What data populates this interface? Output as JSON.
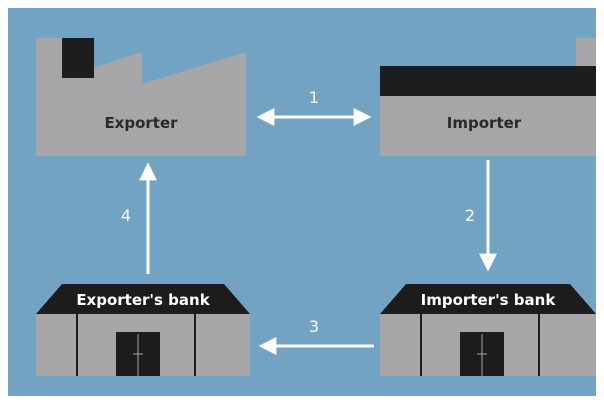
{
  "colors": {
    "background": "#73a3c3",
    "building": "#a6a6a8",
    "dark": "#1c1c1c",
    "arrow": "#ffffff",
    "label": "#2a2a2a",
    "bank_label": "#ffffff",
    "number": "#ffffff"
  },
  "nodes": {
    "exporter": {
      "label": "Exporter",
      "icon": "factory-icon"
    },
    "importer": {
      "label": "Importer",
      "icon": "building-icon"
    },
    "exporter_bank": {
      "label": "Exporter's bank",
      "icon": "bank-icon"
    },
    "importer_bank": {
      "label": "Importer's bank",
      "icon": "bank-icon"
    }
  },
  "flows": [
    {
      "step": "1",
      "from": "exporter",
      "to": "importer",
      "bidirectional": true
    },
    {
      "step": "2",
      "from": "importer",
      "to": "importer_bank",
      "bidirectional": false
    },
    {
      "step": "3",
      "from": "importer_bank",
      "to": "exporter_bank",
      "bidirectional": false
    },
    {
      "step": "4",
      "from": "exporter_bank",
      "to": "exporter",
      "bidirectional": false
    }
  ]
}
